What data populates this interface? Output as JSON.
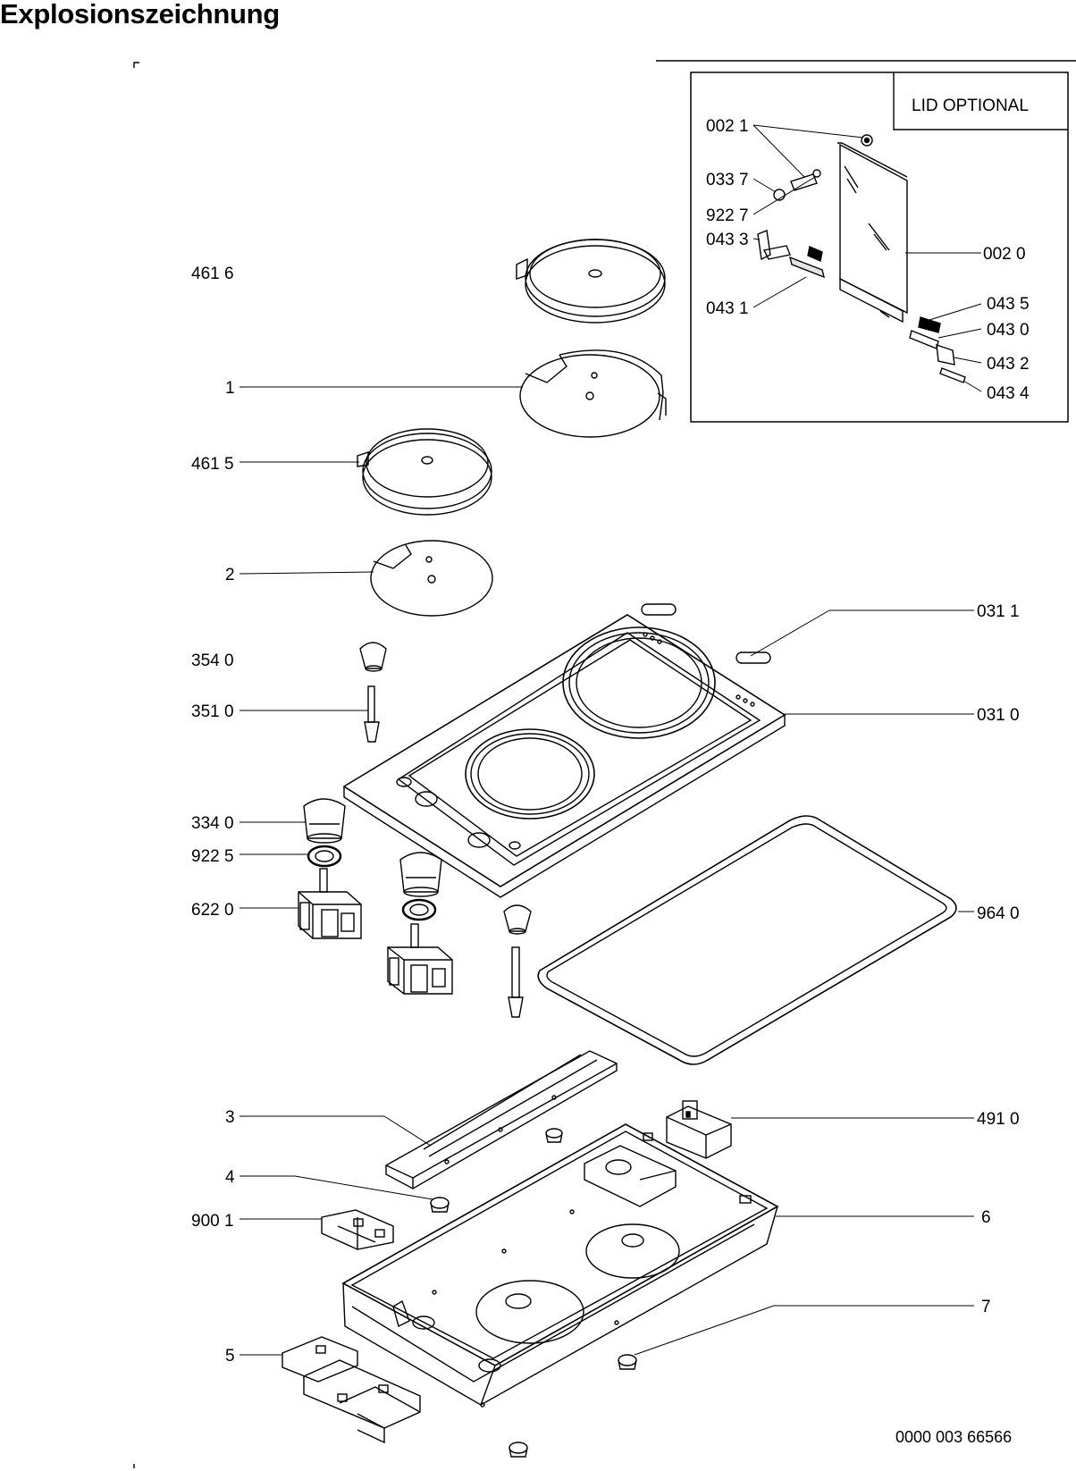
{
  "title": "Explosionszeichnung",
  "inset_label": "LID OPTIONAL",
  "document_number": "0000 003 66566",
  "callouts": {
    "p4616": "461 6",
    "p1": "1",
    "p4615": "461 5",
    "p2": "2",
    "p3540": "354 0",
    "p3510": "351 0",
    "p3340": "334 0",
    "p9225": "922 5",
    "p6220": "622 0",
    "p3": "3",
    "p4": "4",
    "p9001": "900 1",
    "p5": "5",
    "p0311": "031 1",
    "p0310": "031 0",
    "p9640": "964 0",
    "p4910": "491 0",
    "p6": "6",
    "p7": "7",
    "p0021": "002 1",
    "p0337": "033 7",
    "p9227": "922 7",
    "p0433": "043 3",
    "p0431": "043 1",
    "p0020": "002 0",
    "p0435": "043 5",
    "p0430": "043 0",
    "p0432": "043 2",
    "p0434": "043 4"
  }
}
